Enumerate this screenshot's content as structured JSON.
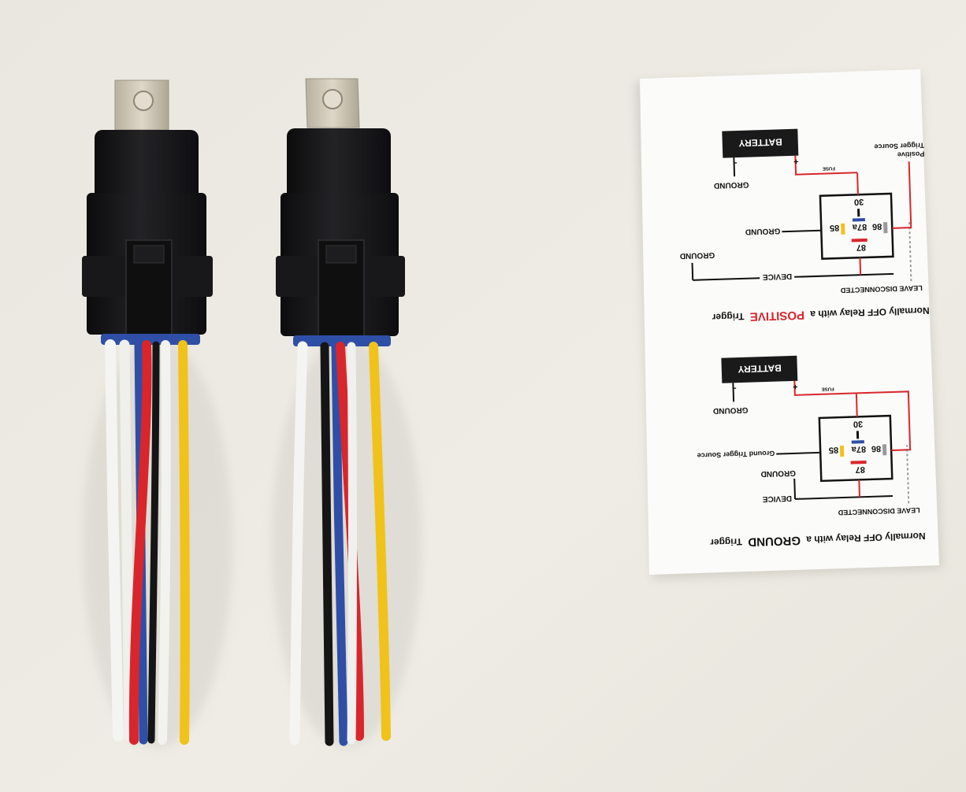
{
  "photo": {
    "subject": "two waterproof automotive relays with harness wires and a wiring instruction card",
    "colors": {
      "background": "#eceae2",
      "relay_body": "#141416",
      "bracket": "#cfc8b6",
      "wire_red": "#d8262c",
      "wire_yellow": "#f0c21a",
      "wire_blue": "#2f4fa6",
      "wire_white": "#f4f4f2",
      "wire_black": "#151515"
    }
  },
  "card": {
    "top_diagram": {
      "battery_label": "BATTERY",
      "plus": "+",
      "minus": "-",
      "fuse": "FUSE",
      "ground_battery": "GROUND",
      "trigger_line1": "Positive",
      "trigger_line2": "Trigger Source",
      "pin30": "30",
      "pin86": "86",
      "pin85": "85",
      "pin87a": "87a",
      "pin87": "87",
      "ground_85": "GROUND",
      "ground_device": "GROUND",
      "device": "DEVICE",
      "leave": "LEAVE DISCONNECTED",
      "caption_pre": "Normally OFF Relay with a",
      "caption_key": "POSITIVE",
      "caption_post": "Trigger"
    },
    "bottom_diagram": {
      "battery_label": "BATTERY",
      "plus": "+",
      "minus": "-",
      "fuse": "FUSE",
      "ground_battery": "GROUND",
      "trigger": "Ground Trigger Source",
      "pin30": "30",
      "pin86": "86",
      "pin85": "85",
      "pin87a": "87a",
      "pin87": "87",
      "ground_device": "GROUND",
      "device": "DEVICE",
      "leave": "LEAVE DISCONNECTED",
      "caption_pre": "Normally OFF Relay with a",
      "caption_key": "GROUND",
      "caption_post": "Trigger"
    }
  }
}
